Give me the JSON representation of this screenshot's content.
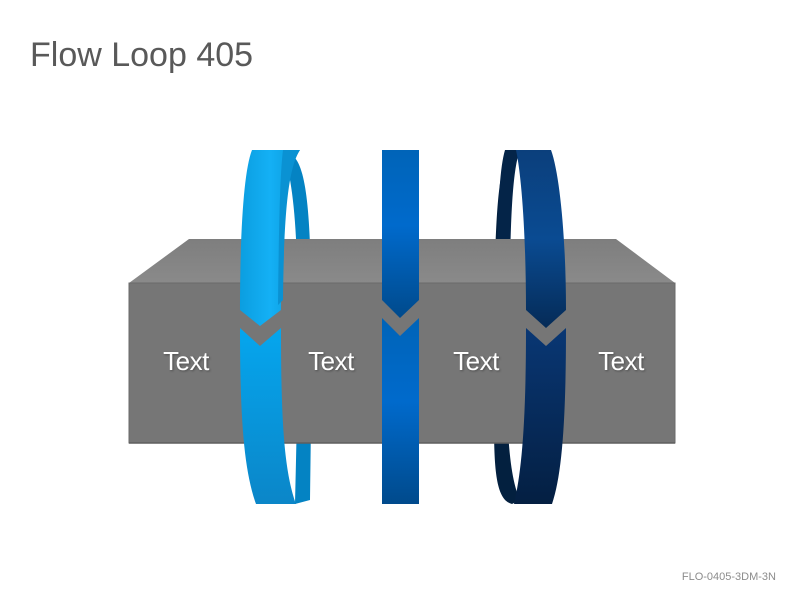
{
  "title": "Flow Loop 405",
  "footer_code": "FLO-0405-3DM-3N",
  "segments": [
    {
      "label": "Text"
    },
    {
      "label": "Text"
    },
    {
      "label": "Text"
    },
    {
      "label": "Text"
    }
  ],
  "colors": {
    "box_front": "#767676",
    "box_top": "#838383",
    "box_side": "#6b6b6b",
    "loop_light_blue": "#0fa8ee",
    "loop_mid_blue": "#0066bd",
    "loop_dark_blue": "#073a72"
  }
}
